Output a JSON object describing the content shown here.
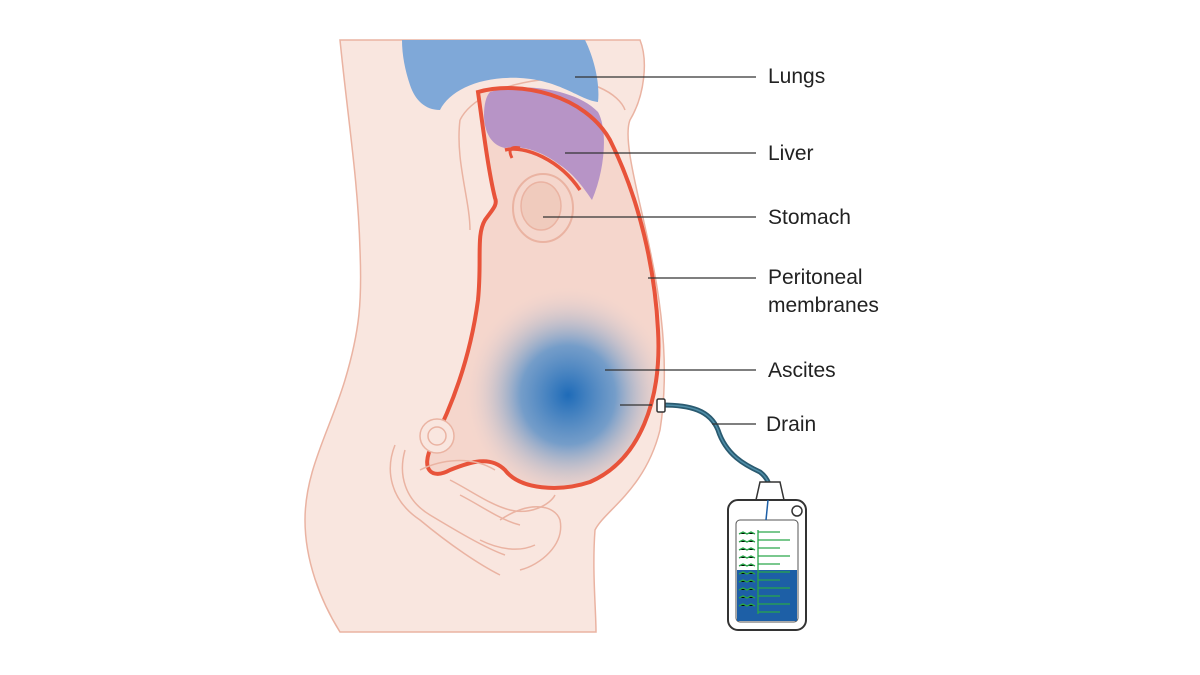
{
  "colors": {
    "skin": "#f9e6df",
    "skin_outline": "#eab3a2",
    "lungs": "#7fa8d8",
    "liver": "#b794c6",
    "peritoneum": "#e8533a",
    "cavity": "#f5d6cc",
    "ascites": "#1e6bb8",
    "drain_tube": "#2a5a70",
    "bag_fluid": "#1d5fa6",
    "bag_marks": "#2aa64a"
  },
  "labels": {
    "lungs": "Lungs",
    "liver": "Liver",
    "stomach": "Stomach",
    "peritoneal_line1": "Peritoneal",
    "peritoneal_line2": "membranes",
    "ascites": "Ascites",
    "drain": "Drain"
  },
  "icons": {
    "torso": "torso-cross-section-illustration",
    "bag": "drainage-bag-illustration"
  }
}
